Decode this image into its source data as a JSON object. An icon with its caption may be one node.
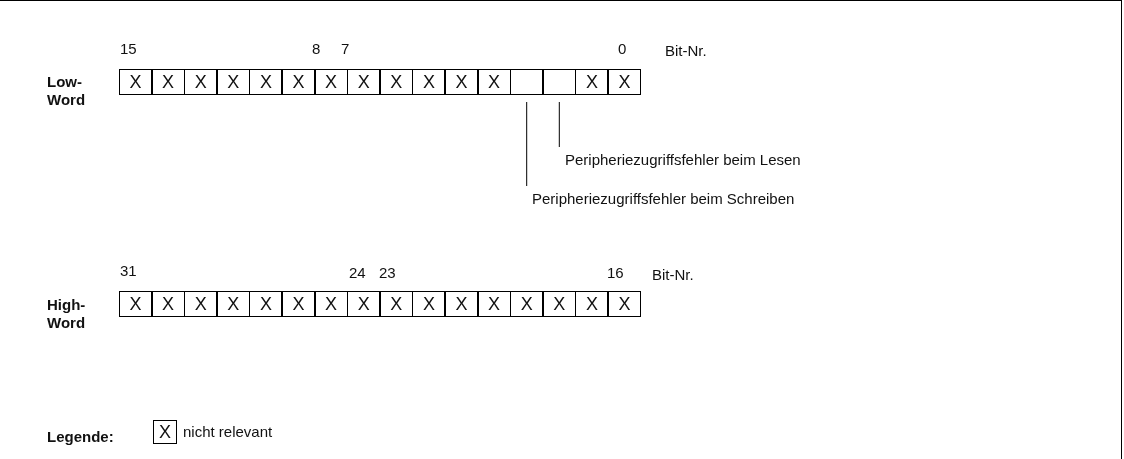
{
  "diagram": {
    "nodes": [
      {
        "text": [
          "X"
        ]
      },
      {
        "text": [
          "X"
        ]
      },
      {
        "text": [
          "X"
        ]
      },
      {
        "text": [
          "X"
        ]
      },
      {
        "text": [
          "X"
        ]
      },
      {
        "text": [
          "X"
        ]
      },
      {
        "text": [
          "X"
        ]
      },
      {
        "text": [
          "X"
        ]
      },
      {
        "text": [
          "X"
        ]
      },
      {
        "text": [
          "X"
        ]
      },
      {
        "text": [
          "X"
        ]
      },
      {
        "text": [
          "X"
        ]
      },
      {
        "text": [],
        "shape": "box"
      },
      {
        "text": [],
        "shape": "box"
      },
      {
        "text": [
          "X"
        ]
      },
      {
        "text": [
          "X"
        ]
      },
      {
        "text": [
          "X"
        ]
      },
      {
        "text": [
          "X"
        ]
      },
      {
        "text": [
          "X"
        ]
      },
      {
        "text": [
          "X"
        ]
      },
      {
        "text": [
          "X"
        ]
      },
      {
        "text": [
          "X"
        ]
      },
      {
        "text": [
          "X"
        ]
      },
      {
        "text": [
          "X"
        ]
      },
      {
        "text": [
          "X"
        ]
      },
      {
        "text": [
          "X"
        ]
      },
      {
        "text": [
          "X"
        ]
      },
      {
        "text": [
          "X"
        ]
      },
      {
        "text": [
          "X"
        ]
      },
      {
        "text": [
          "X"
        ]
      },
      {
        "text": [
          "X"
        ]
      },
      {
        "text": [
          "X"
        ]
      },
      {
        "text": [
          "Peripheriezugriffsfehler beim Lesen"
        ]
      },
      {
        "text": [
          "Peripheriezugriffsfehler beim Schreiben"
        ]
      }
    ],
    "edges": [
      {
        "from": 32,
        "to": 13,
        "arrow": "none"
      },
      {
        "from": 33,
        "to": 12,
        "arrow": "none"
      }
    ],
    "labels": [
      "15",
      "8",
      "7",
      "0",
      "Bit-Nr.",
      "Low-Word",
      "31",
      "24",
      "23",
      "16",
      "Bit-Nr.",
      "High-Word",
      "Legende:",
      "X"
    ],
    "legend": [
      {
        "text": "nicht relevant"
      }
    ]
  }
}
